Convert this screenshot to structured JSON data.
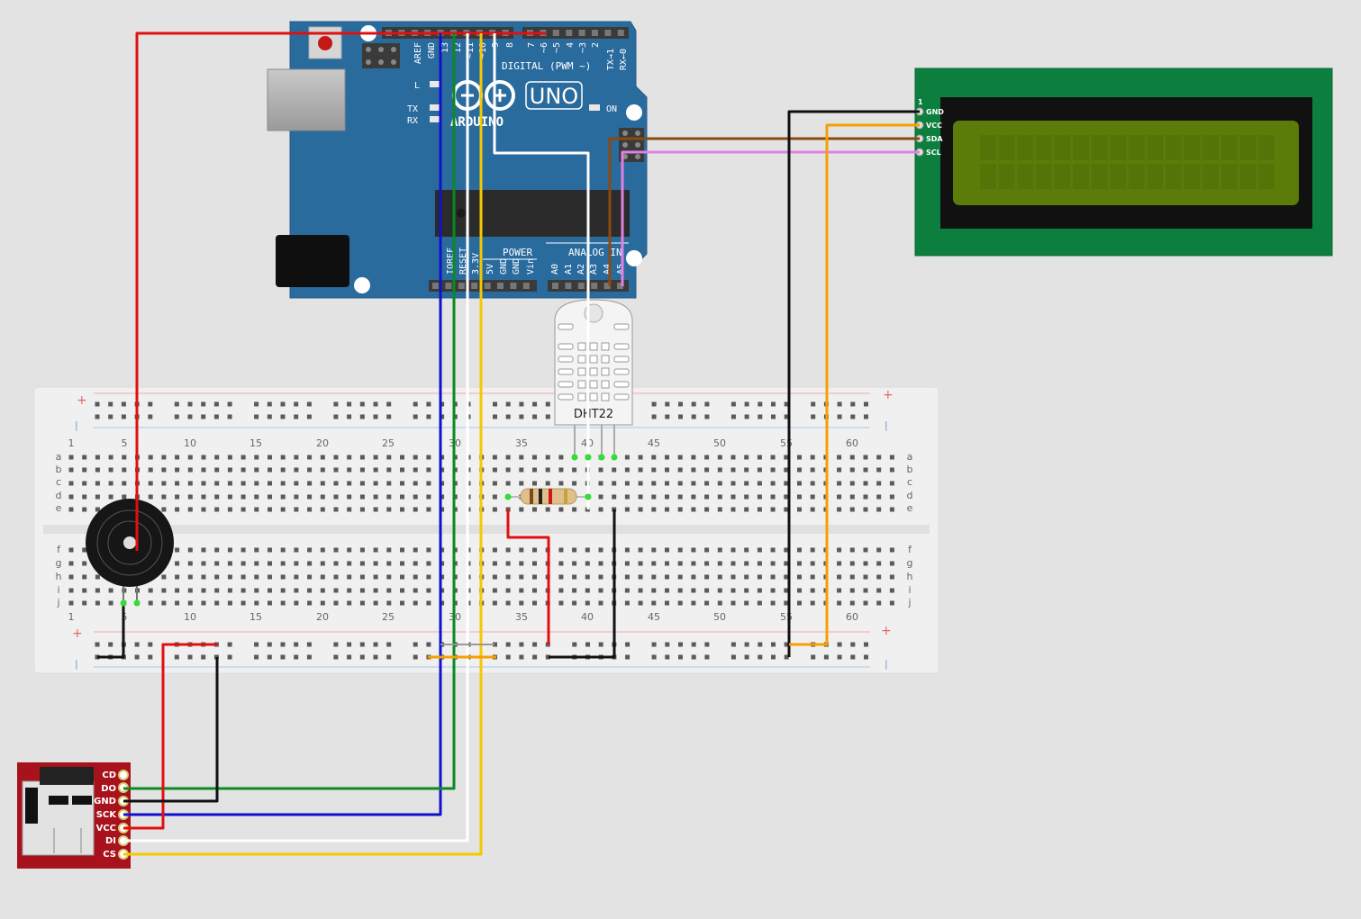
{
  "arduino": {
    "brand": "ARDUINO",
    "model": "UNO",
    "on_label": "ON",
    "l_label": "L",
    "tx_label": "TX",
    "rx_label": "RX",
    "digital_label": "DIGITAL (PWM ~)",
    "power_label": "POWER",
    "analog_label": "ANALOG IN",
    "digital_pins": [
      "AREF",
      "GND",
      "13",
      "12",
      "~11",
      "~10",
      "~9",
      "8",
      "7",
      "~6",
      "~5",
      "4",
      "~3",
      "2",
      "TX→1",
      "RX←0"
    ],
    "power_pins": [
      "IOREF",
      "RESET",
      "3.3V",
      "5V",
      "GND",
      "GND",
      "Vin"
    ],
    "analog_pins": [
      "A0",
      "A1",
      "A2",
      "A3",
      "A4",
      "A5"
    ],
    "colors": {
      "board": "#2a6b9e",
      "header": "#3a3a3a",
      "chip": "#2b2b2b"
    }
  },
  "lcd": {
    "pin1_label": "1",
    "pins": [
      "GND",
      "VCC",
      "SDA",
      "SCL"
    ],
    "colors": {
      "pcb": "#0c7e3e",
      "bezel": "#111111",
      "screen": "#5b7c08"
    }
  },
  "dht22": {
    "label": "DHT22"
  },
  "breadboard": {
    "col_numbers": [
      "1",
      "5",
      "10",
      "15",
      "20",
      "25",
      "30",
      "35",
      "40",
      "45",
      "50",
      "55",
      "60"
    ],
    "rows_top": [
      "a",
      "b",
      "c",
      "d",
      "e"
    ],
    "rows_bottom": [
      "f",
      "g",
      "h",
      "i",
      "j"
    ],
    "plus": "+",
    "minus": "|"
  },
  "sd_module": {
    "pins": [
      "CD",
      "DO",
      "GND",
      "SCK",
      "VCC",
      "DI",
      "CS"
    ],
    "colors": {
      "pcb": "#a8121d"
    }
  },
  "wire_colors": {
    "red": "#e01010",
    "blue": "#1111cc",
    "green": "#0a8a20",
    "white": "#ffffff",
    "yellow": "#f5c800",
    "black": "#111111",
    "orange": "#f5a000",
    "brown": "#8a4a10",
    "pink": "#e080e0"
  }
}
